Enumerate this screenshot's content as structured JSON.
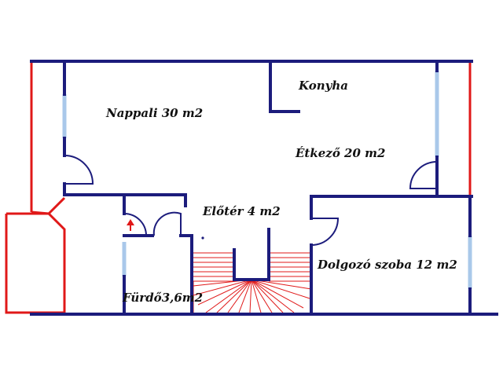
{
  "colors": {
    "wall": "#1c1c7c",
    "exterior_wall": "#e01818",
    "window": "#a9c8ea",
    "stairs": "#e01818",
    "door": "#1c1c7c",
    "text": "#111111"
  },
  "rooms": {
    "nappali": "Nappali 30 m2",
    "konyha": "Konyha",
    "etkezo": "Étkező 20 m2",
    "eloter": "Előtér 4 m2",
    "dolgozo": "Dolgozó szoba 12 m2",
    "furdo": "Fürdő3,6m2"
  },
  "icons": {
    "stairs": "staircase-icon",
    "up_arrow": "arrow-up-icon"
  }
}
